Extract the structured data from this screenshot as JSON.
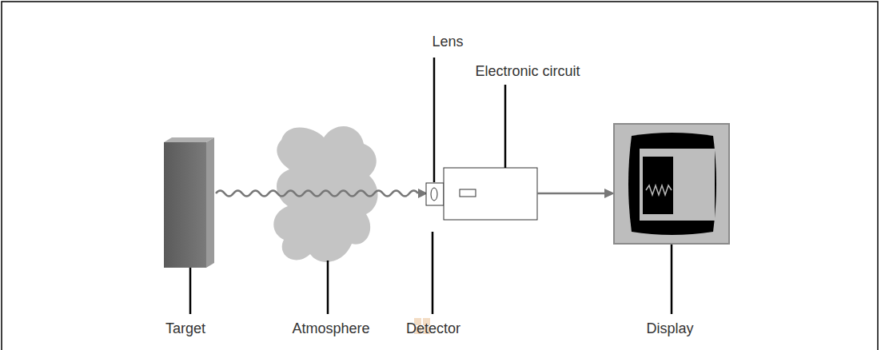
{
  "diagram": {
    "labels": [
      "Lens",
      "Electronic circuit",
      "Target",
      "Atmosphere",
      "Detector",
      "Display"
    ]
  }
}
